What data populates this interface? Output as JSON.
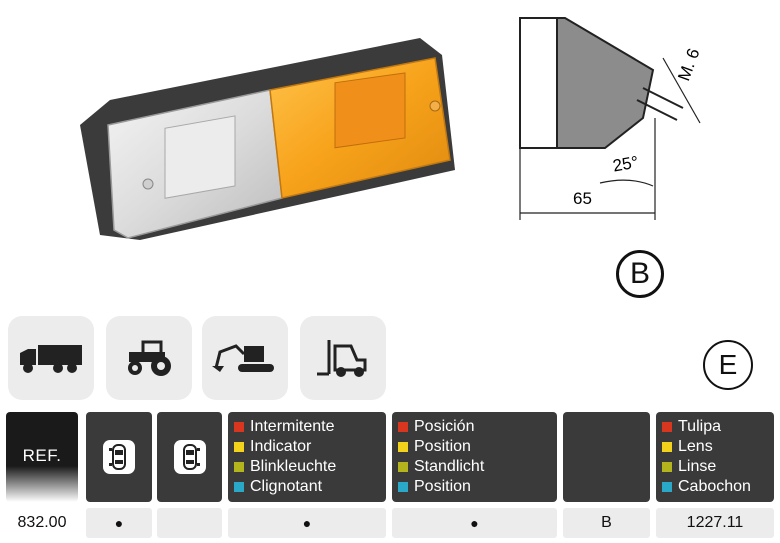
{
  "drawing": {
    "thread_label": "M. 6",
    "angle_label": "25°",
    "width_label": "65"
  },
  "circle_b": "B",
  "circle_e": "E",
  "vehicles": [
    {
      "icon": "truck-icon"
    },
    {
      "icon": "tractor-icon"
    },
    {
      "icon": "excavator-icon"
    },
    {
      "icon": "forklift-icon"
    }
  ],
  "colors": {
    "red": "#d9361f",
    "yellow": "#f2d21b",
    "olive": "#b4b41c",
    "cyan": "#2aa8c8",
    "header_bg": "#3a3a3a"
  },
  "header": {
    "ref": "REF.",
    "function": [
      "Intermitente",
      "Indicator",
      "Blinkleuchte",
      "Clignotant"
    ],
    "position": [
      "Posición",
      "Position",
      "Standlicht",
      "Position"
    ],
    "lens": [
      "Tulipa",
      "Lens",
      "Linse",
      "Cabochon"
    ]
  },
  "row": {
    "ref": "832.00",
    "left_side": "●",
    "right_side": "",
    "indicator": "●",
    "position": "●",
    "drawing": "B",
    "lens": "1227.11"
  }
}
